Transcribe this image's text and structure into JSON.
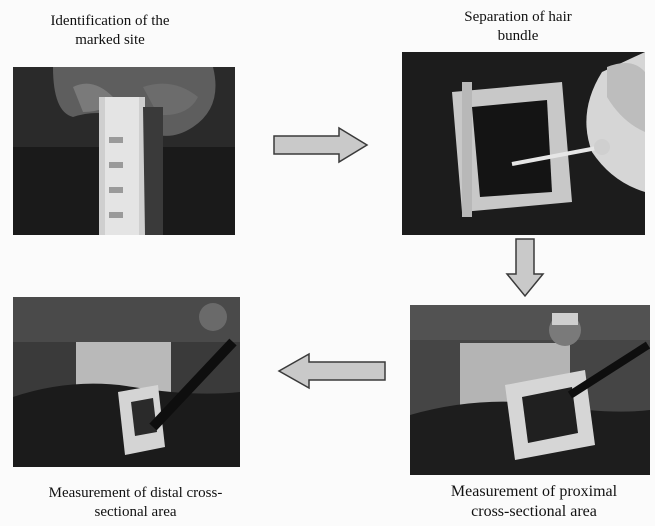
{
  "steps": [
    {
      "caption_line1": "Identification of the",
      "caption_line2": "marked site"
    },
    {
      "caption_line1": "Separation of hair",
      "caption_line2": "bundle"
    },
    {
      "caption_line1": "Measurement of proximal",
      "caption_line2": "cross-sectional area"
    },
    {
      "caption_line1": "Measurement of distal cross-",
      "caption_line2": "sectional area"
    }
  ],
  "arrows": [
    {
      "from": "Identification of the marked site",
      "to": "Separation of hair bundle",
      "direction": "right"
    },
    {
      "from": "Separation of hair bundle",
      "to": "Measurement of proximal cross-sectional area",
      "direction": "down"
    },
    {
      "from": "Measurement of proximal cross-sectional area",
      "to": "Measurement of distal cross-sectional area",
      "direction": "left"
    }
  ],
  "colors": {
    "arrow_fill": "#c9c9c9",
    "arrow_stroke": "#3a3a3a",
    "photo_dark": "#151515",
    "tape_light": "#d8d8d8"
  }
}
